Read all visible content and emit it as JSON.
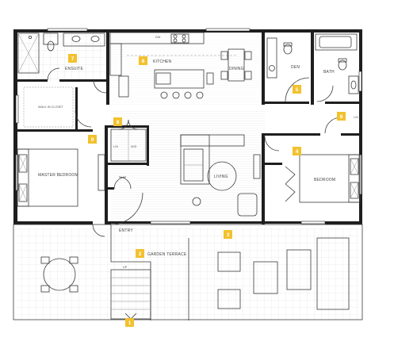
{
  "rooms": {
    "ensuite": "ENSUITE",
    "kitchen": "KITCHEN",
    "dining": "DINING",
    "den": "DEN",
    "bath": "BATH",
    "walk_in_closet": "WALK IN CLOSET",
    "master_bedroom": "MASTER BEDROOM",
    "living": "LIVING",
    "bedroom": "BEDROOM",
    "entry": "ENTRY",
    "garden_terrace": "GARDEN TERRACE",
    "dw": "DW",
    "w_d": "W/D",
    "l_n": "L/N",
    "up": "UP"
  },
  "callouts": [
    "1",
    "2",
    "3",
    "4",
    "5",
    "6",
    "7",
    "8",
    "8",
    "9"
  ],
  "colors": {
    "wall": "#1e1e1e",
    "badge": "#f2c12e",
    "line": "#3a3a3a"
  }
}
